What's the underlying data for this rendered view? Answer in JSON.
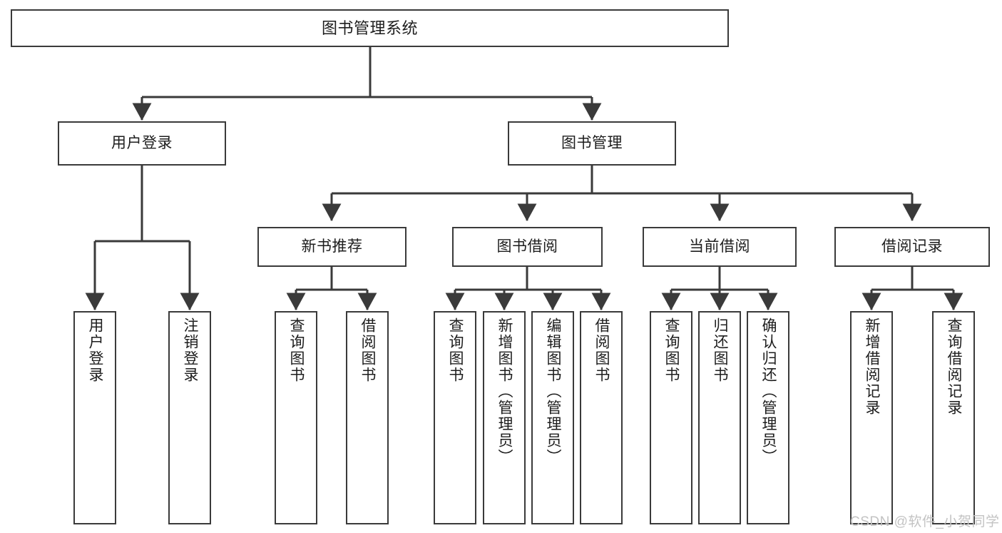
{
  "diagram": {
    "type": "tree-hierarchy-chart",
    "title": "图书管理系统",
    "stroke_color": "#3a3a3a",
    "fill_color": "#ffffff",
    "text_color": "#1d1d1d",
    "watermark": "CSDN @软件_小贺同学",
    "watermark_color": "#c3c3c3"
  },
  "nodes": {
    "root": {
      "label": "图书管理系统",
      "level": 0
    },
    "level1": [
      {
        "id": "user-login",
        "label": "用户登录"
      },
      {
        "id": "book-management",
        "label": "图书管理"
      }
    ],
    "level2": [
      {
        "id": "new-book-recommend",
        "label": "新书推荐"
      },
      {
        "id": "book-borrow",
        "label": "图书借阅"
      },
      {
        "id": "current-borrow",
        "label": "当前借阅"
      },
      {
        "id": "borrow-record",
        "label": "借阅记录"
      }
    ],
    "leaves": {
      "user-login": [
        {
          "id": "leaf-user-login",
          "label": "用户登录"
        },
        {
          "id": "leaf-logout-login",
          "label": "注销登录"
        }
      ],
      "new-book-recommend": [
        {
          "id": "leaf-query-book-1",
          "label": "查询图书"
        },
        {
          "id": "leaf-borrow-book-1",
          "label": "借阅图书"
        }
      ],
      "book-borrow": [
        {
          "id": "leaf-query-book-2",
          "label": "查询图书"
        },
        {
          "id": "leaf-add-book",
          "label": "新增图书（管理员）"
        },
        {
          "id": "leaf-edit-book",
          "label": "编辑图书（管理员）"
        },
        {
          "id": "leaf-borrow-book-2",
          "label": "借阅图书"
        }
      ],
      "current-borrow": [
        {
          "id": "leaf-query-book-3",
          "label": "查询图书"
        },
        {
          "id": "leaf-return-book",
          "label": "归还图书"
        },
        {
          "id": "leaf-confirm-return",
          "label": "确认归还（管理员）"
        }
      ],
      "borrow-record": [
        {
          "id": "leaf-add-record",
          "label": "新增借阅记录"
        },
        {
          "id": "leaf-query-record",
          "label": "查询借阅记录"
        }
      ]
    }
  }
}
